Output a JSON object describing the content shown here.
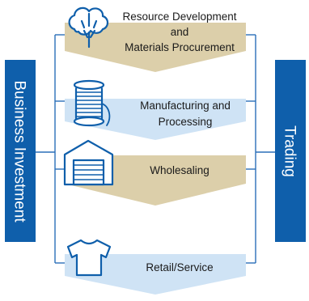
{
  "side_bars": {
    "left": {
      "label": "Business Investment",
      "color": "#0f5fab"
    },
    "right": {
      "label": "Trading",
      "color": "#0f5fab"
    }
  },
  "stages": [
    {
      "lines": [
        "Resource Development",
        "and",
        "Materials Procurement"
      ],
      "icon": "cotton-plant-icon",
      "color": "#dccfaa"
    },
    {
      "lines": [
        "Manufacturing and",
        "Processing"
      ],
      "icon": "thread-spool-icon",
      "color": "#cfe3f5"
    },
    {
      "lines": [
        "Wholesaling"
      ],
      "icon": "warehouse-icon",
      "color": "#dccfaa"
    },
    {
      "lines": [
        "Retail/Service"
      ],
      "icon": "t-shirt-icon",
      "color": "#cfe3f5"
    }
  ],
  "colors": {
    "connector": "#2a6fb8",
    "icon_stroke": "#0f5fab"
  }
}
